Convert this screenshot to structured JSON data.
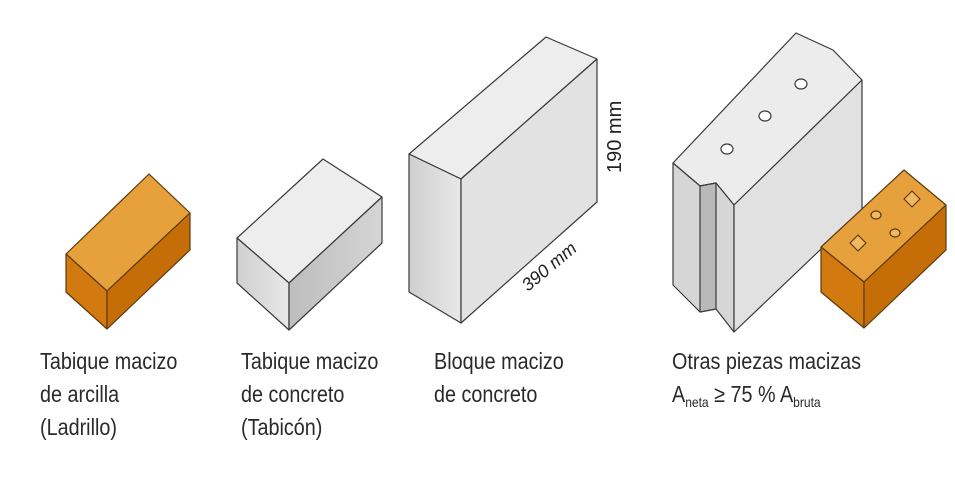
{
  "colors": {
    "clay_top": "#e6a03c",
    "clay_front": "#d97f12",
    "clay_side": "#c06a08",
    "concrete_top": "#ebebeb",
    "concrete_front": "#d9d9d9",
    "concrete_side": "#c4c4c4",
    "outline": "#3a3a3a",
    "text": "#2a2a2a"
  },
  "pieces": [
    {
      "name": "tabique-arcilla",
      "caption": [
        "Tabique macizo",
        "de arcilla",
        "(Ladrillo)"
      ]
    },
    {
      "name": "tabique-concreto",
      "caption": [
        "Tabique macizo",
        "de concreto",
        "(Tabicón)"
      ]
    },
    {
      "name": "bloque-concreto",
      "caption": [
        "Bloque macizo",
        "de concreto"
      ],
      "dimensions": {
        "height": "190 mm",
        "length": "390 mm"
      }
    },
    {
      "name": "otras-piezas",
      "caption_line1": "Otras piezas macizas",
      "formula": {
        "a1": "A",
        "sub1": "neta",
        "relation": " ≥ 75 % ",
        "a2": "A",
        "sub2": "bruta"
      }
    }
  ]
}
